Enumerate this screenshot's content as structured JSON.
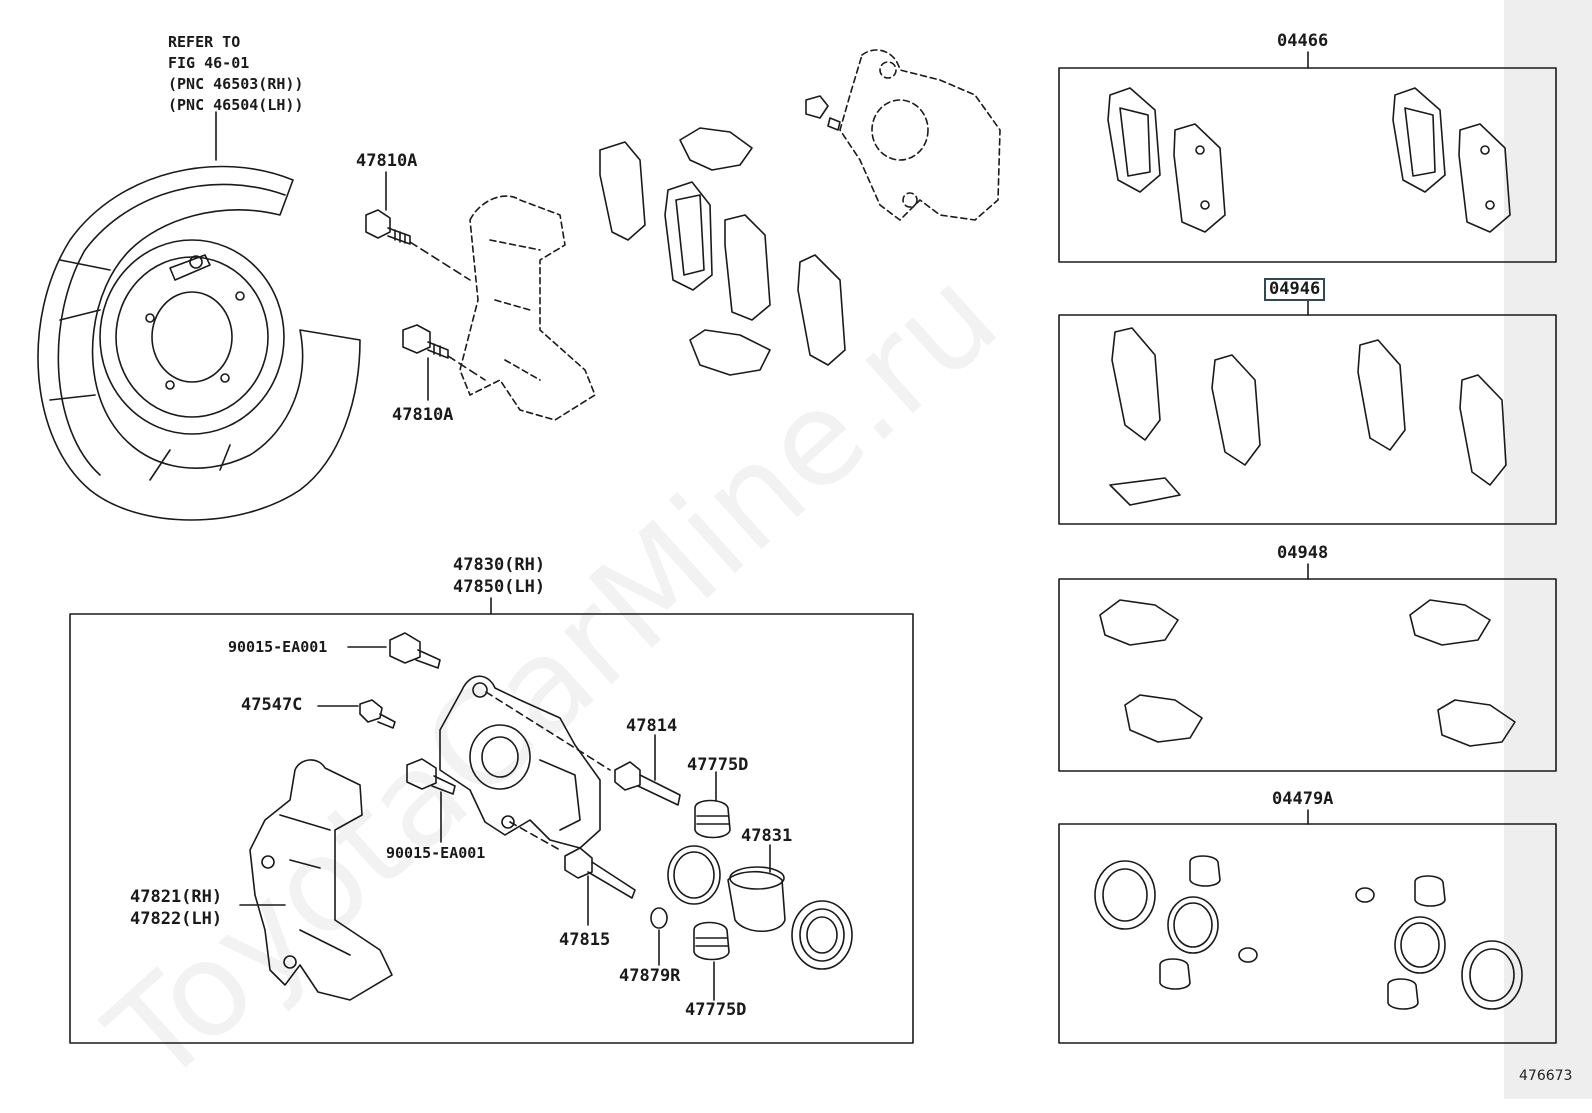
{
  "refer_note": [
    "REFER TO",
    "FIG 46-01",
    "(PNC 46503(RH))",
    "(PNC 46504(LH))"
  ],
  "labels": {
    "bolt_upper": "47810A",
    "bolt_lower": "47810A",
    "caliper_assy_rh": "47830(RH)",
    "caliper_assy_lh": "47850(LH)",
    "bolt_90015_top": "90015-EA001",
    "bolt_90015_bottom": "90015-EA001",
    "bleeder": "47547C",
    "pin_47814": "47814",
    "pin_47815": "47815",
    "boot_47775d_top": "47775D",
    "boot_47775d_bottom": "47775D",
    "piston": "47831",
    "ring_47879r": "47879R",
    "mounting_rh": "47821(RH)",
    "mounting_lh": "47822(LH)"
  },
  "kits": [
    {
      "code": "04466",
      "highlighted": false
    },
    {
      "code": "04946",
      "highlighted": true
    },
    {
      "code": "04948",
      "highlighted": false
    },
    {
      "code": "04479A",
      "highlighted": false
    }
  ],
  "watermark": "ToyotaCarMine.ru",
  "figure_id": "476673"
}
